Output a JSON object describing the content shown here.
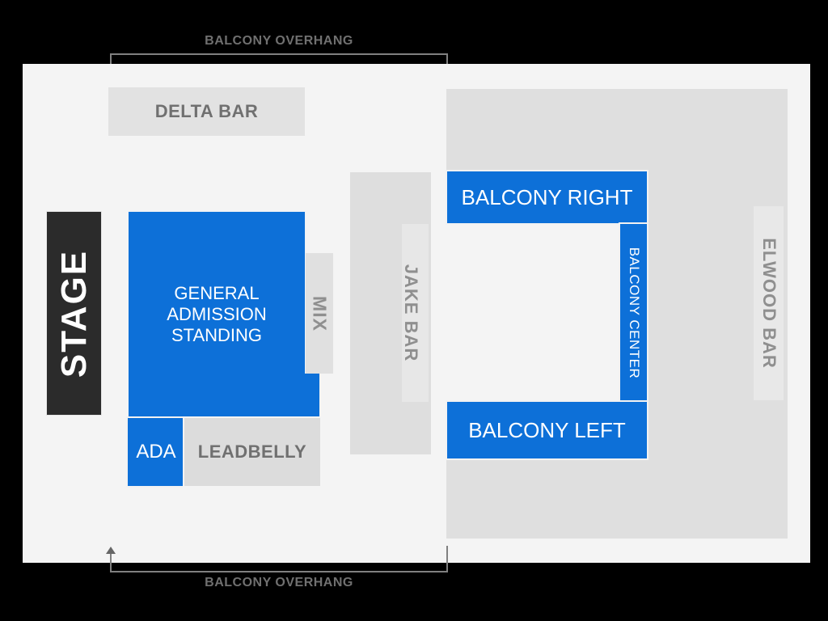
{
  "map": {
    "overhang_top": {
      "label": "BALCONY OVERHANG"
    },
    "overhang_bottom": {
      "label": "BALCONY OVERHANG"
    },
    "stage": {
      "label": "STAGE"
    },
    "sections": {
      "delta_bar": {
        "label": "DELTA BAR"
      },
      "general_admission": {
        "label": "GENERAL ADMISSION STANDING"
      },
      "mix": {
        "label": "MIX"
      },
      "ada": {
        "label": "ADA"
      },
      "leadbelly": {
        "label": "LEADBELLY"
      },
      "jake_bar": {
        "label": "JAKE BAR"
      },
      "balcony_right": {
        "label": "BALCONY RIGHT"
      },
      "balcony_center": {
        "label": "BALCONY CENTER"
      },
      "balcony_left": {
        "label": "BALCONY LEFT"
      },
      "elwood_bar": {
        "label": "ELWOOD BAR"
      }
    }
  },
  "colors": {
    "selectable_section_blue": "#0d70d8",
    "section_gray": "#dfdfdf",
    "stage_dark": "#2b2b2b",
    "floor_background": "#f4f4f4",
    "page_background": "#000000",
    "label_gray_dark": "#707070",
    "label_gray_light": "#8f8f8f",
    "label_white": "#ffffff",
    "annotation_line_gray": "#808080"
  }
}
